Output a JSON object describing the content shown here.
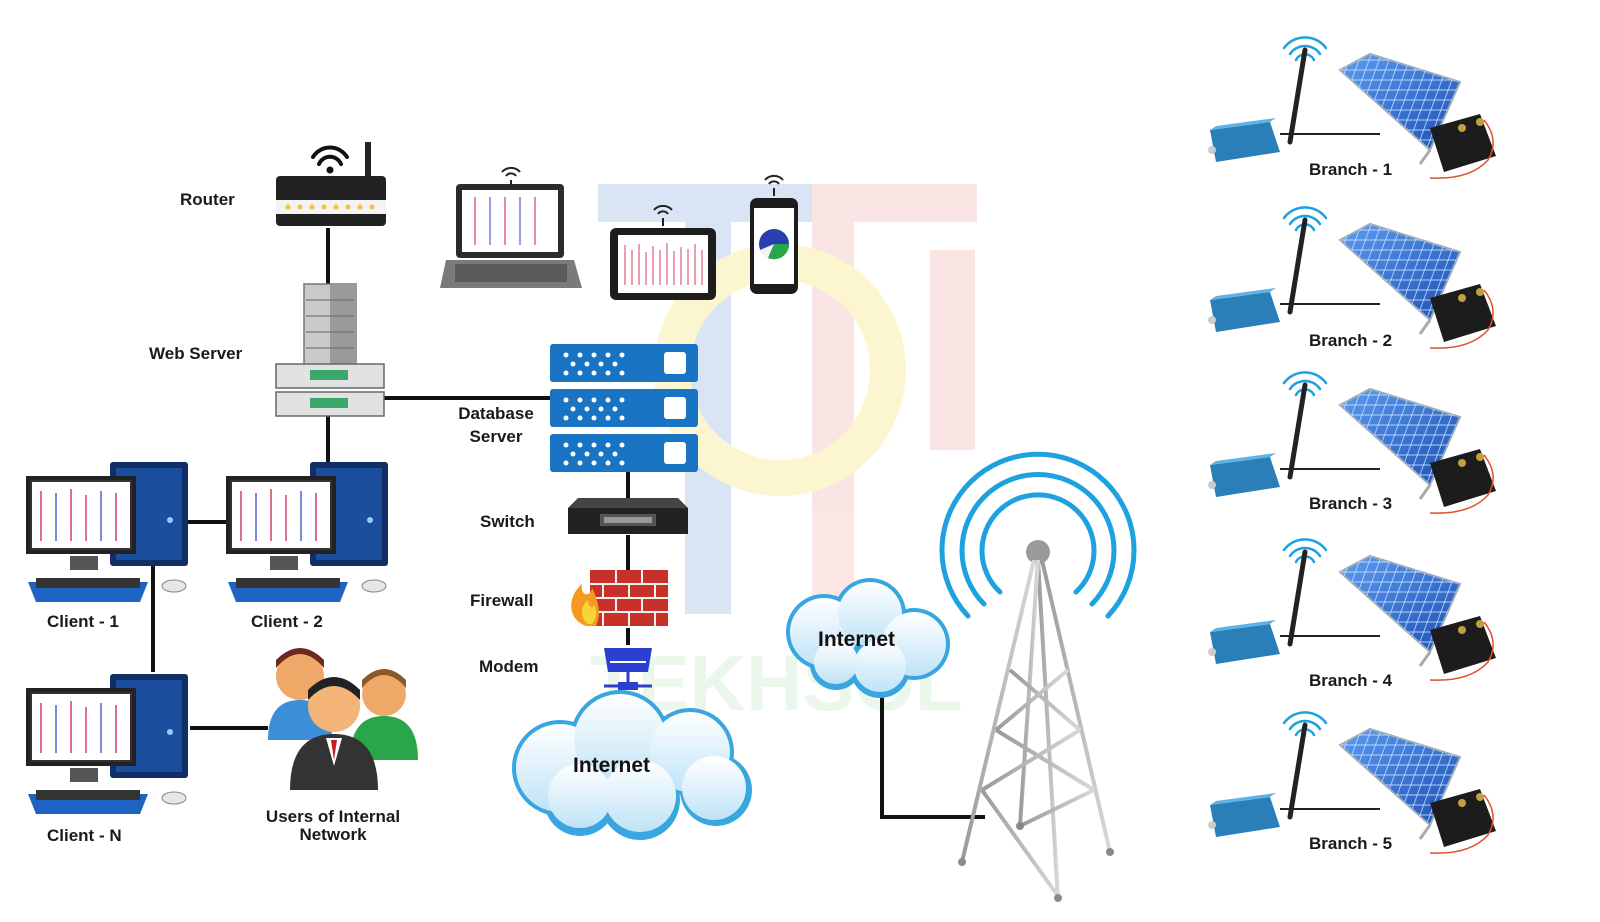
{
  "labels": {
    "router": "Router",
    "web_server": "Web Server",
    "database_server_line1": "Database",
    "database_server_line2": "Server",
    "switch": "Switch",
    "firewall": "Firewall",
    "modem": "Modem",
    "internet_bottom": "Internet",
    "internet_right": "Internet",
    "client_1": "Client - 1",
    "client_2": "Client - 2",
    "client_n": "Client - N",
    "users_line1": "Users of Internal",
    "users_line2": "Network"
  },
  "branches": [
    {
      "label": "Branch - 1"
    },
    {
      "label": "Branch - 2"
    },
    {
      "label": "Branch - 3"
    },
    {
      "label": "Branch - 4"
    },
    {
      "label": "Branch - 5"
    }
  ],
  "watermark": "TEKHSOL",
  "colors": {
    "line": "#111111",
    "server_blue": "#1a74c4",
    "cloud_blue": "#3aa6e0",
    "solar_blue": "#2f6fd6",
    "wave_blue": "#1da1df"
  }
}
